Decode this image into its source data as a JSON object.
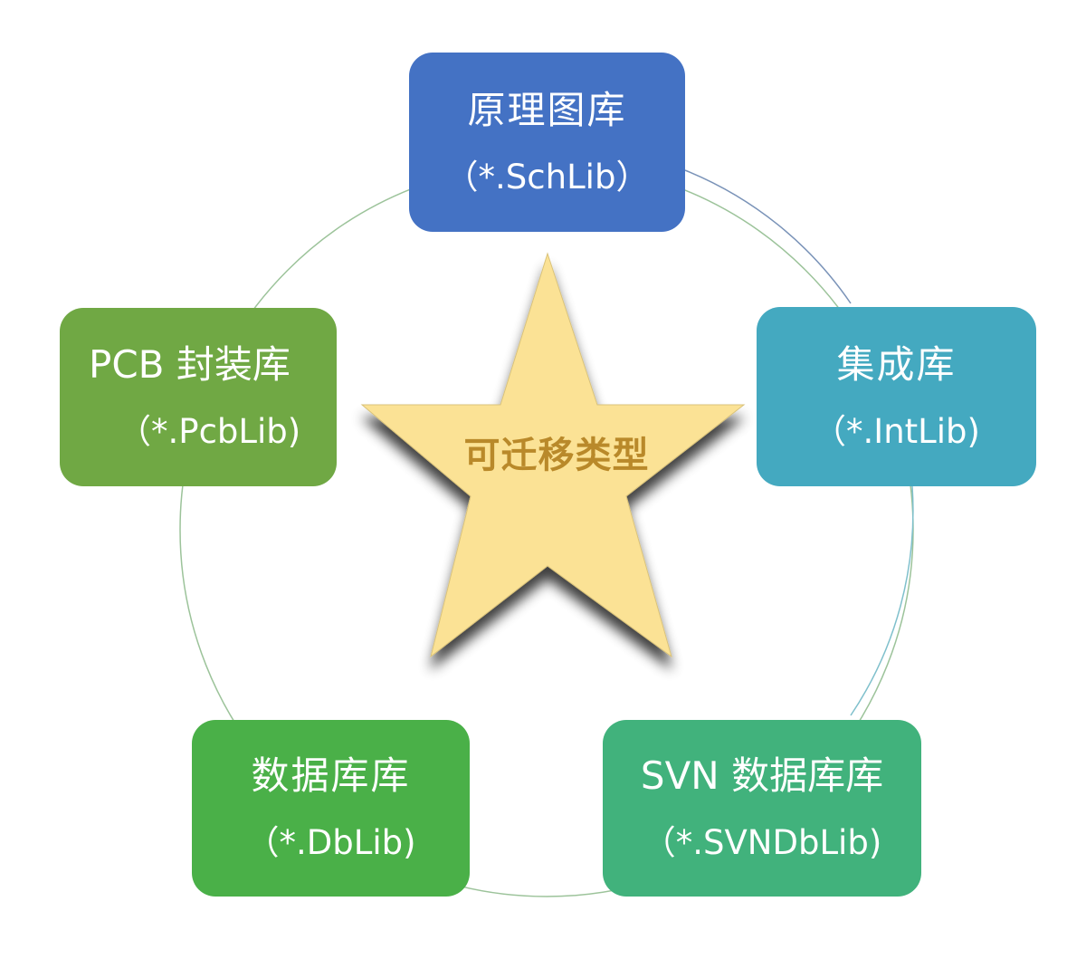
{
  "center": {
    "label": "可迁移类型",
    "text_color": "#b9892a",
    "star_color": "#fbe295"
  },
  "boxes": [
    {
      "id": "schlib",
      "title": "原理图库",
      "ext": "（*.SchLib）",
      "color": "#4472c4"
    },
    {
      "id": "pcblib",
      "title": "PCB 封装库",
      "ext": "（*.PcbLib)",
      "color": "#70a844"
    },
    {
      "id": "intlib",
      "title": "集成库",
      "ext": "（*.IntLib)",
      "color": "#44a9c0"
    },
    {
      "id": "dblib",
      "title": "数据库库",
      "ext": "（*.DbLib)",
      "color": "#4ab048"
    },
    {
      "id": "svndblib",
      "title": "SVN 数据库库",
      "ext": "（*.SVNDbLib)",
      "color": "#41b27c"
    }
  ]
}
